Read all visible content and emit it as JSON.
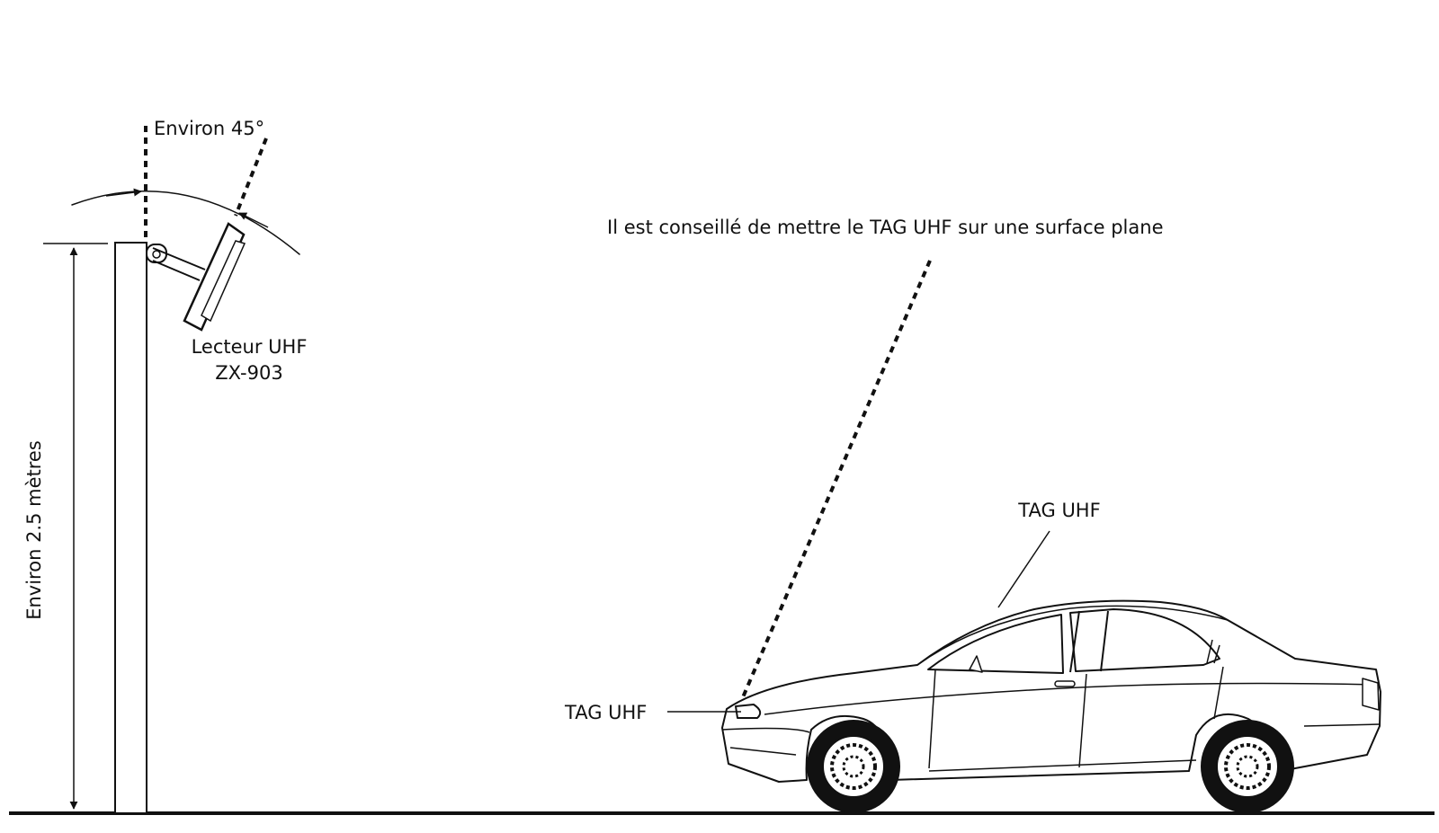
{
  "labels": {
    "angle": "Environ 45°",
    "reader_line1": "Lecteur UHF",
    "reader_line2": "ZX-903",
    "height": "Environ 2.5 mètres",
    "note": "Il est conseillé de mettre le TAG UHF sur une surface plane",
    "tag_roof": "TAG UHF",
    "tag_front": "TAG UHF"
  },
  "colors": {
    "ink": "#111111",
    "background": "#ffffff"
  }
}
